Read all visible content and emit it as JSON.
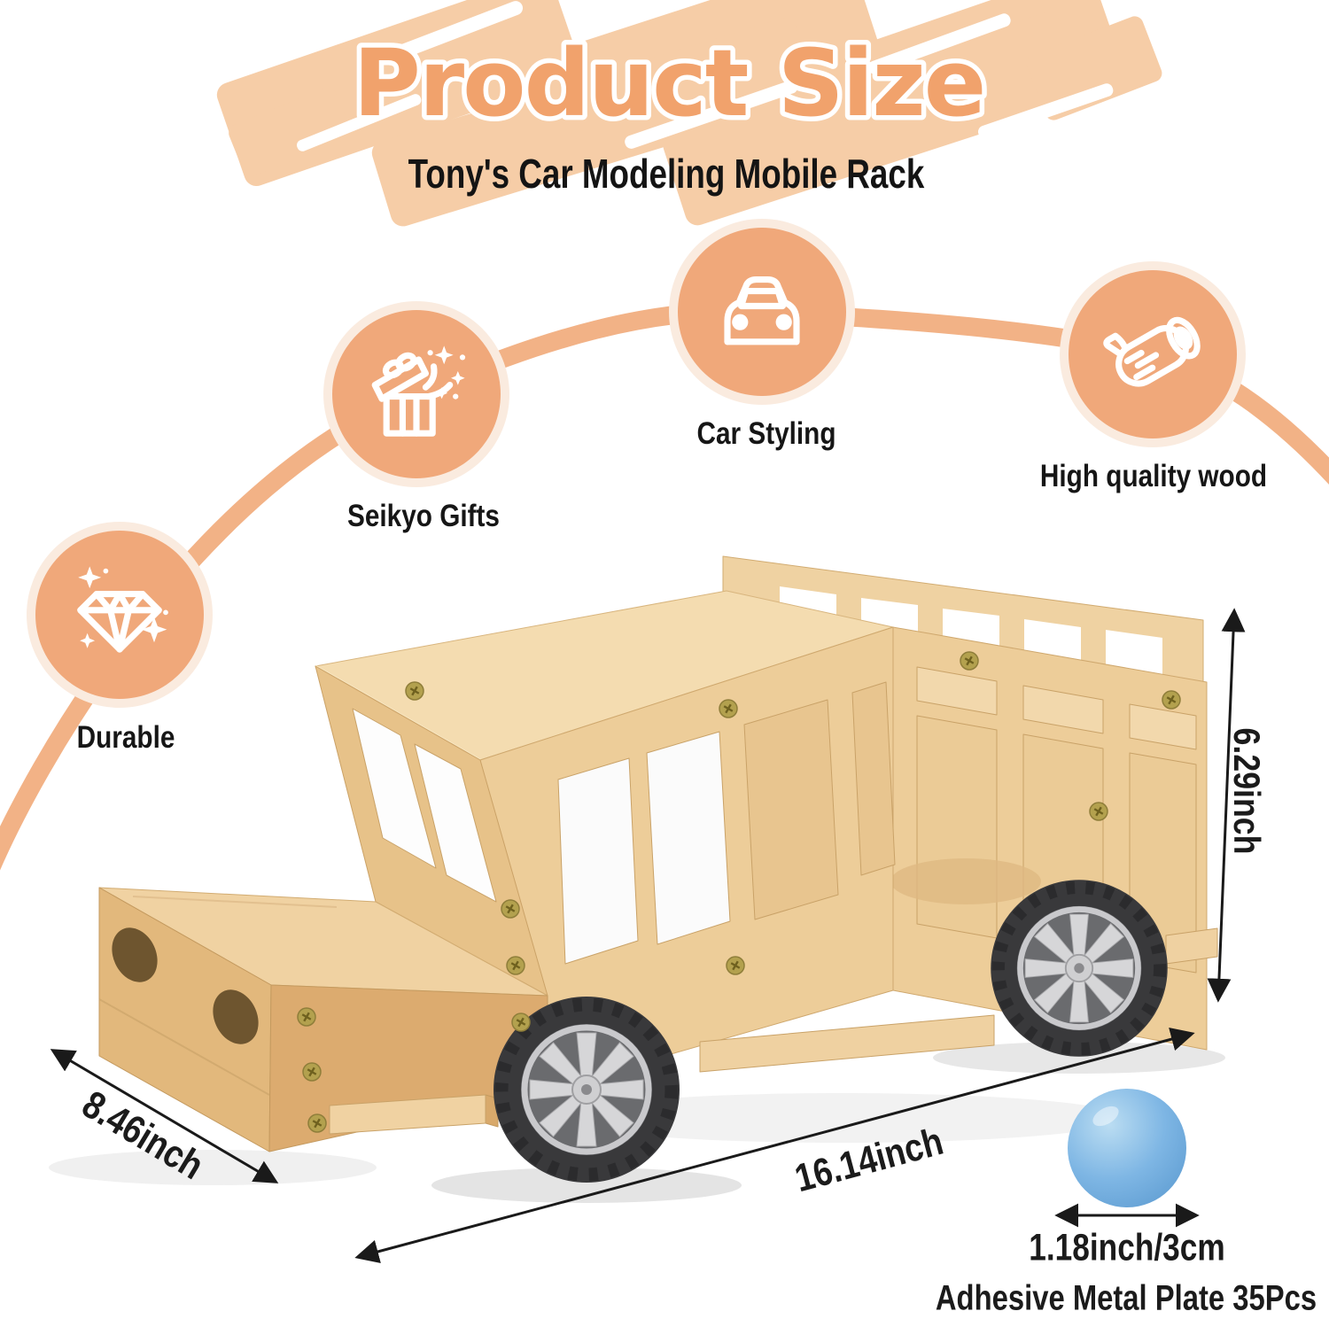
{
  "header": {
    "title": "Product Size",
    "subtitle": "Tony's Car Modeling Mobile Rack"
  },
  "features": [
    {
      "label": "Seikyo Gifts",
      "icon": "gift-box-icon"
    },
    {
      "label": "Car Styling",
      "icon": "car-icon"
    },
    {
      "label": "High quality wood",
      "icon": "wood-log-icon"
    },
    {
      "label": "Durable",
      "icon": "diamond-icon"
    }
  ],
  "dimensions": {
    "height": "6.29inch",
    "length": "16.14inch",
    "depth": "8.46inch",
    "ball_diameter": "1.18inch/3cm",
    "plate_note": "Adhesive Metal Plate 35Pcs"
  },
  "colors": {
    "accent_circle": "#F0A87A",
    "circle_halo": "#FAEBDF",
    "brush": "#F6CDA7",
    "title_fill": "#F1A26C",
    "arc": "#F2B286",
    "text": "#1B1B1B",
    "ball_blue": "#7EB6E4",
    "wood_light": "#F2D7A8",
    "wood_mid": "#EBCA93",
    "wood_dark": "#DCAB6F",
    "tire": "#39393B",
    "rim": "#D6D6D8"
  }
}
